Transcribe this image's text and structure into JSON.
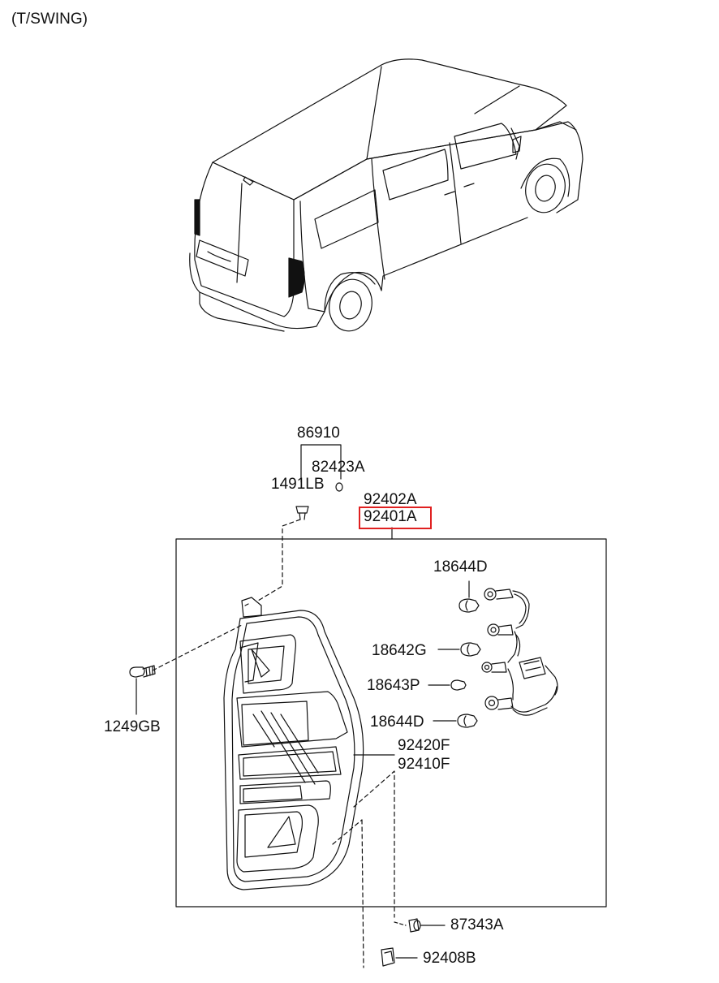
{
  "header": {
    "variant": "(T/SWING)"
  },
  "parts": {
    "p86910": "86910",
    "p82423A": "82423A",
    "p1491LB": "1491LB",
    "p92402A": "92402A",
    "p92401A": "92401A",
    "p18644D_top": "18644D",
    "p18642G": "18642G",
    "p18643P": "18643P",
    "p18644D_bottom": "18644D",
    "p92420F": "92420F",
    "p92410F": "92410F",
    "p1249GB": "1249GB",
    "p87343A": "87343A",
    "p92408B": "92408B"
  },
  "highlight": {
    "part": "92401A",
    "color": "#e02020"
  }
}
